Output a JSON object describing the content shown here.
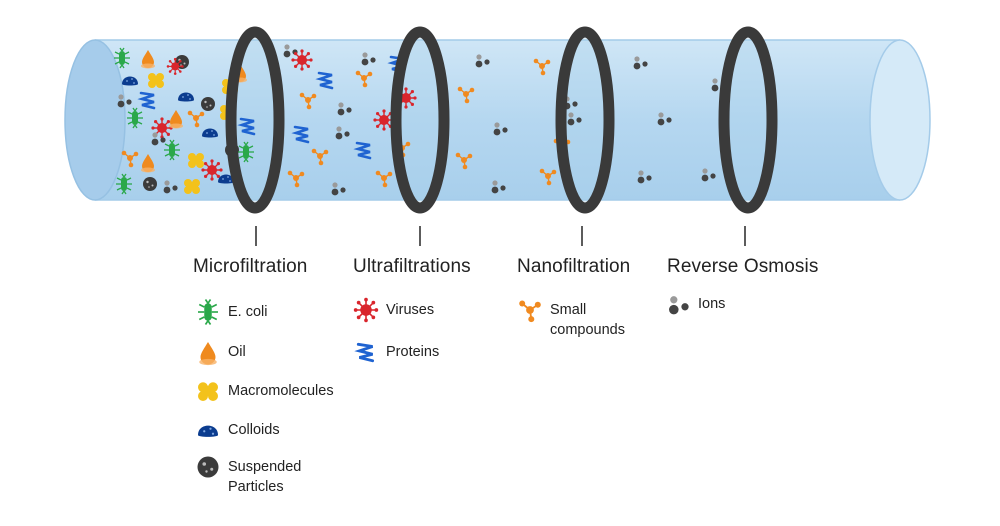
{
  "colors": {
    "tube_body": "#bcdcf2",
    "tube_outline": "#9cc6e6",
    "membrane": "#3a3a3a",
    "ecoli": "#2aa84a",
    "oil": "#ef8a1e",
    "macromolecule": "#f3c21b",
    "colloid": "#0b3c8f",
    "suspended": "#3b3b3b",
    "virus": "#d9252c",
    "protein": "#1f63d1",
    "compound": "#f08a20",
    "ion": "#555555"
  },
  "stages": [
    {
      "title": "Microfiltration",
      "items": [
        {
          "icon": "ecoli-icon",
          "label": "E. coli"
        },
        {
          "icon": "oil-drop-icon",
          "label": "Oil"
        },
        {
          "icon": "macromolecule-icon",
          "label": "Macromolecules"
        },
        {
          "icon": "colloid-icon",
          "label": "Colloids"
        },
        {
          "icon": "suspended-particle-icon",
          "label": "Suspended\nParticles"
        }
      ]
    },
    {
      "title": "Ultrafiltrations",
      "items": [
        {
          "icon": "virus-icon",
          "label": "Viruses"
        },
        {
          "icon": "protein-icon",
          "label": "Proteins"
        }
      ]
    },
    {
      "title": "Nanofiltration",
      "items": [
        {
          "icon": "small-compound-icon",
          "label": "Small\ncompounds"
        }
      ]
    },
    {
      "title": "Reverse Osmosis",
      "items": [
        {
          "icon": "ion-icon",
          "label": "Ions"
        }
      ]
    }
  ]
}
